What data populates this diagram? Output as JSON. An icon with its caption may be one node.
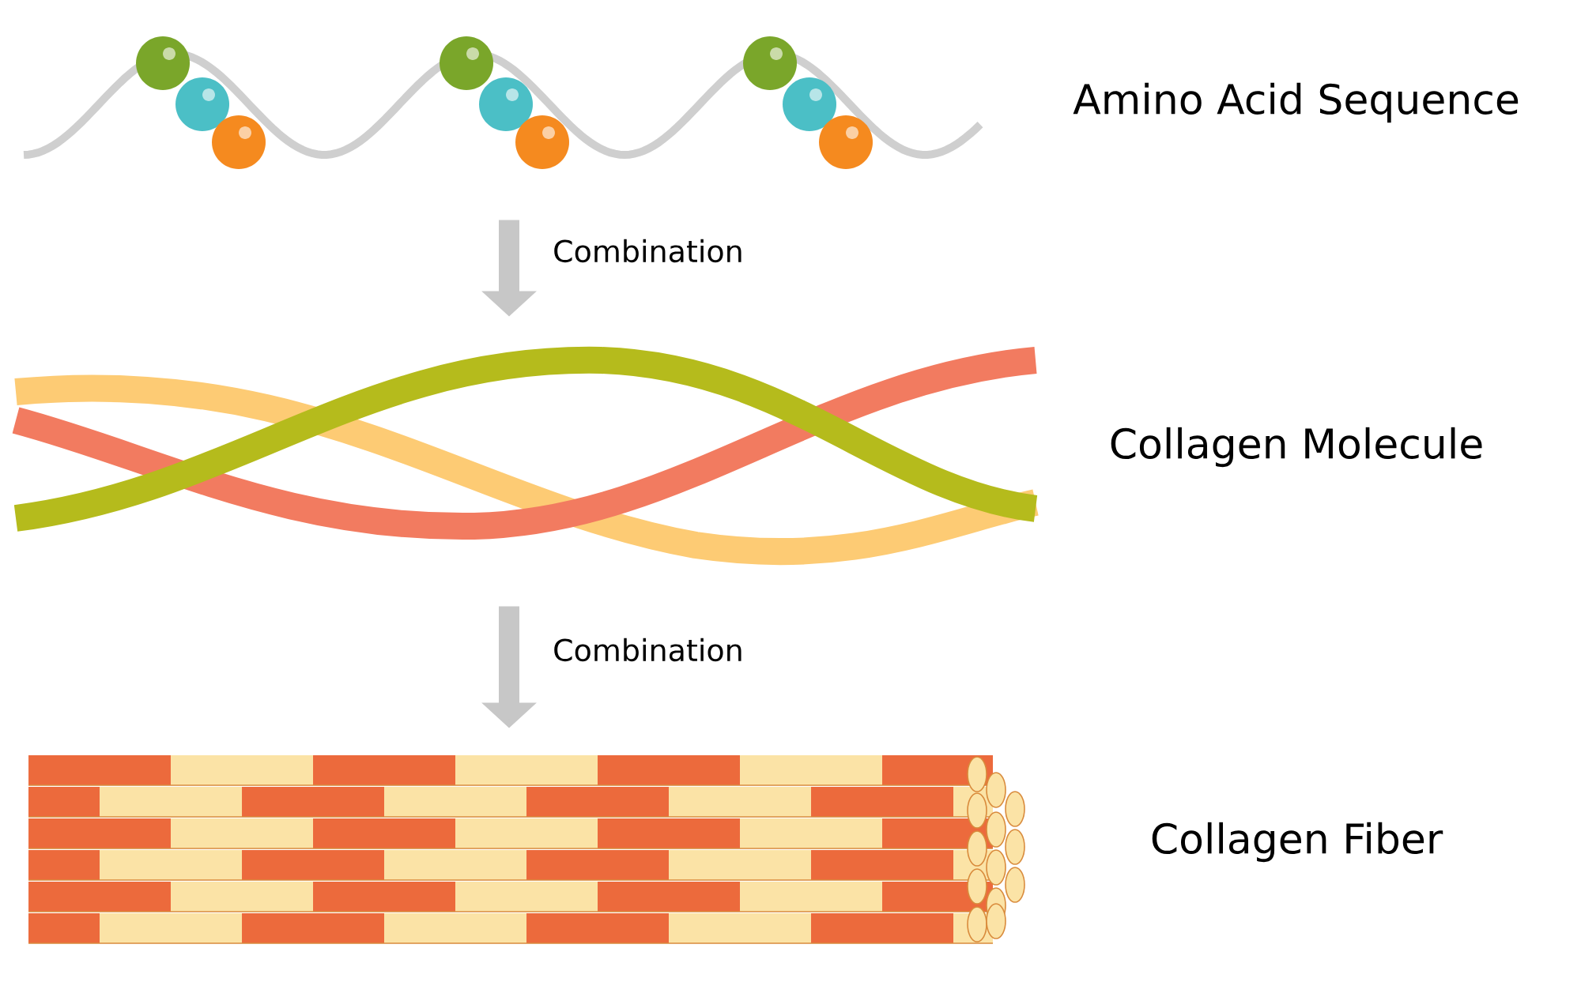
{
  "diagram": {
    "nodes": [
      {
        "text": [],
        "shape": "picture",
        "beside": [
          "Amino Acid Sequence"
        ]
      },
      {
        "text": [],
        "shape": "picture",
        "beside": [
          "Collagen Molecule"
        ]
      },
      {
        "text": [],
        "shape": "picture",
        "beside": [
          "Collagen Fiber"
        ]
      }
    ],
    "edges": [
      {
        "from": 0,
        "to": 1,
        "arrow": "to",
        "label": "Combination"
      },
      {
        "from": 1,
        "to": 2,
        "arrow": "to",
        "label": "Combination"
      }
    ]
  }
}
